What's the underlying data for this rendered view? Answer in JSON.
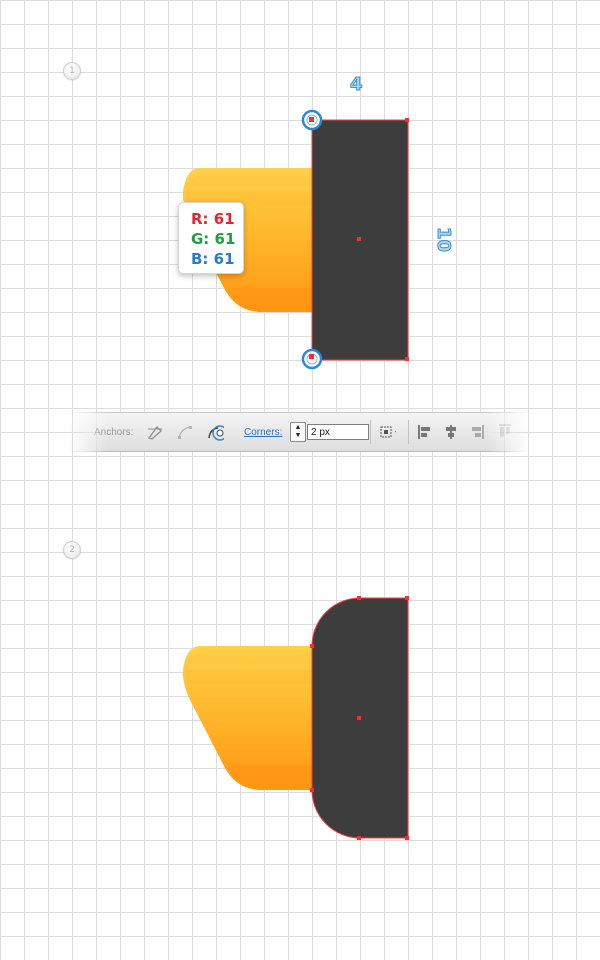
{
  "steps": [
    {
      "number": "1"
    },
    {
      "number": "2"
    }
  ],
  "dimensions": {
    "width_label": "4",
    "height_label": "10"
  },
  "color_tooltip": {
    "r_text": "R: 61",
    "g_text": "G: 61",
    "b_text": "B: 61",
    "r_color": "#e0262f",
    "g_color": "#1f9f3f",
    "b_color": "#2a7bc4"
  },
  "shape_colors": {
    "dark_fill": "#3d3d3d",
    "orange_light": "#ffd14a",
    "orange_dark": "#ff9a14",
    "anchor_red": "#ff2a2a",
    "highlight_blue": "#2a88d8"
  },
  "toolbar": {
    "anchors_label": "Anchors:",
    "corners_label": "Corners:",
    "corners_value": "2 px",
    "icons": [
      "convert-anchor-icon",
      "smooth-anchor-icon",
      "live-corners-icon",
      "transform-icon",
      "align-left-icon",
      "align-center-icon",
      "align-right-icon",
      "distribute-icon"
    ]
  }
}
